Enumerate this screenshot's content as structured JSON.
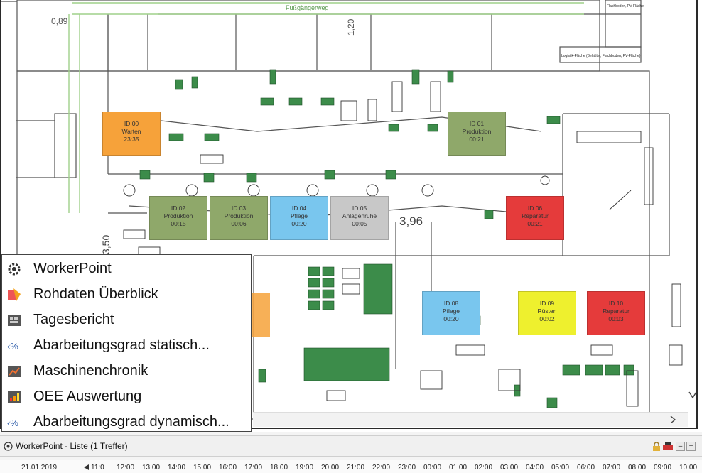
{
  "floorplan": {
    "labels": {
      "walkway": "Fußgängerweg",
      "dim_089": "0,89",
      "dim_120": "1,20",
      "dim_396": "3,96",
      "dim_350": "3,50",
      "zone_top_right": "Flachboden, PV-Fläche",
      "zone_logistics": "Logistik-Fläche (Behälter, Flachboden, PV-Fläche)"
    },
    "stations": [
      {
        "id": "ID 00",
        "status": "Warten",
        "time": "23:35",
        "color": "#f6a23a"
      },
      {
        "id": "ID 01",
        "status": "Produktion",
        "time": "00:21",
        "color": "#8fa86a"
      },
      {
        "id": "ID 02",
        "status": "Produktion",
        "time": "00:15",
        "color": "#8fa86a"
      },
      {
        "id": "ID 03",
        "status": "Produktion",
        "time": "00:06",
        "color": "#8fa86a"
      },
      {
        "id": "ID 04",
        "status": "Pflege",
        "time": "00:20",
        "color": "#79c6ee"
      },
      {
        "id": "ID 05",
        "status": "Anlagenruhe",
        "time": "00:05",
        "color": "#c8c8c8"
      },
      {
        "id": "ID 06",
        "status": "Reparatur",
        "time": "00:21",
        "color": "#e53b3b"
      },
      {
        "id": "ID 08",
        "status": "Pflege",
        "time": "00:20",
        "color": "#79c6ee"
      },
      {
        "id": "ID 09",
        "status": "Rüsten",
        "time": "00:02",
        "color": "#eef02e"
      },
      {
        "id": "ID 10",
        "status": "Reparatur",
        "time": "00:03",
        "color": "#e53b3b"
      }
    ]
  },
  "menu": {
    "items": [
      {
        "label": "WorkerPoint",
        "icon": "cog-icon"
      },
      {
        "label": "Rohdaten Überblick",
        "icon": "raw-data-icon"
      },
      {
        "label": "Tagesbericht",
        "icon": "report-icon"
      },
      {
        "label": "Abarbeitungsgrad statisch...",
        "icon": "percent-icon"
      },
      {
        "label": "Maschinenchronik",
        "icon": "machine-chronicle-icon"
      },
      {
        "label": "OEE Auswertung",
        "icon": "oee-icon"
      },
      {
        "label": "Abarbeitungsgrad dynamisch...",
        "icon": "percent-icon"
      }
    ]
  },
  "list_panel": {
    "title": "WorkerPoint - Liste (1 Treffer)",
    "date": "21.01.2019",
    "times": [
      "11:0",
      "12:00",
      "13:00",
      "14:00",
      "15:00",
      "16:00",
      "17:00",
      "18:00",
      "19:00",
      "20:00",
      "21:00",
      "22:00",
      "23:00",
      "00:00",
      "01:00",
      "02:00",
      "03:00",
      "04:00",
      "05:00",
      "06:00",
      "07:00",
      "08:00",
      "09:00",
      "10:00"
    ],
    "buttons": {
      "minimize": "–",
      "maximize": "+"
    }
  },
  "colors": {
    "border": "#2a2a2a",
    "walkway": "#9fd08a",
    "machine": "#3c8c4a"
  }
}
